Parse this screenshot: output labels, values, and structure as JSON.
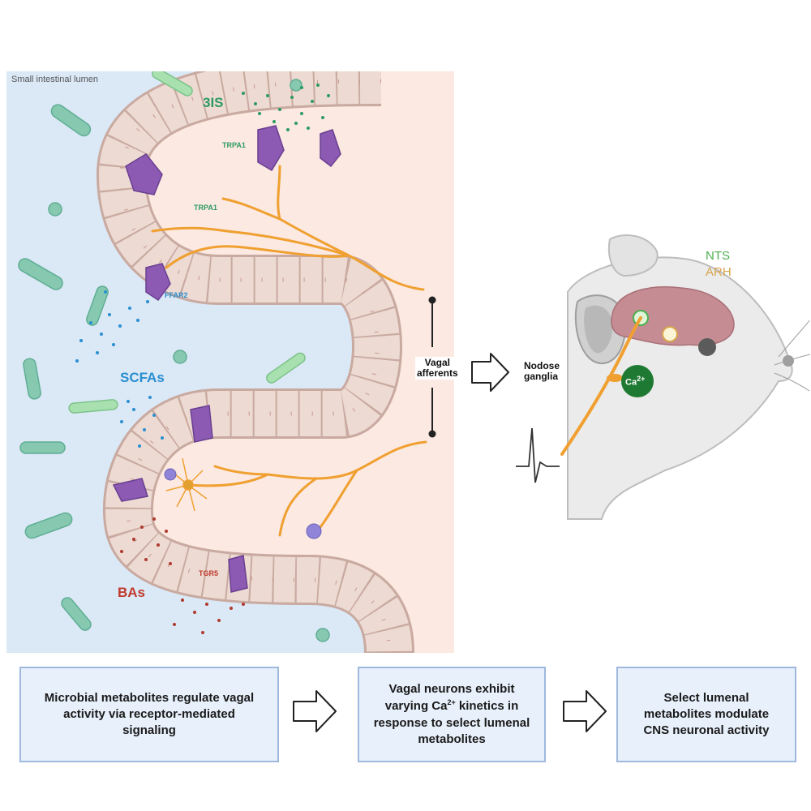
{
  "diagram": {
    "lumen_label": "Small intestinal lumen",
    "metabolites": {
      "three_is": "3IS",
      "scfas": "SCFAs",
      "bas": "BAs"
    },
    "receptors": {
      "trpa1_top": "TRPA1",
      "trpa1_mid": "TRPA1",
      "ffar2": "FFAR2",
      "tgr5": "TGR5"
    },
    "vagal_afferents": "Vagal\nafferents",
    "nodose_ganglia": "Nodose\nganglia",
    "ca_label_base": "Ca",
    "ca_label_sup": "2+",
    "brain_regions": {
      "nts": "NTS",
      "arh": "ARH"
    },
    "colors": {
      "lumen_bg": "#dbe8f6",
      "tissue_bg": "#fbe9e2",
      "epithelium": "#ead8d2",
      "eec_purple": "#8c5ab3",
      "nerve_orange": "#f0a030",
      "three_is_green": "#2e9a62",
      "scfa_blue": "#2a8fd0",
      "ba_red": "#c0392b",
      "nts_green": "#4caf50",
      "arh_tan": "#d8a44e",
      "box_fill": "#e8f0fb",
      "box_border": "#9fb8dd"
    }
  },
  "summary_boxes": [
    {
      "text": "Microbial metabolites regulate vagal activity via receptor-mediated signaling"
    },
    {
      "text_pre": "Vagal neurons exhibit varying Ca",
      "text_sup": "2+",
      "text_post": " kinetics in response to select lumenal metabolites"
    },
    {
      "text": "Select lumenal metabolites modulate CNS neuronal activity"
    }
  ]
}
